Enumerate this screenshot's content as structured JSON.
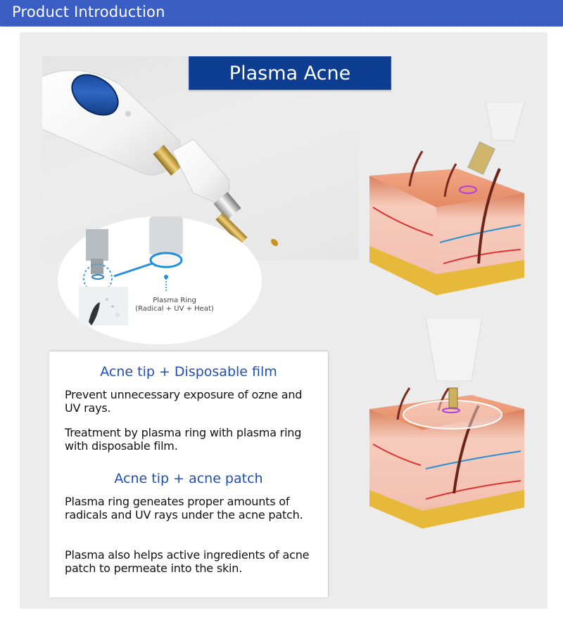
{
  "header": {
    "title": "Product Introduction",
    "background_color": "#3a5ec4"
  },
  "banner": {
    "title": "Plasma Acne",
    "background_color": "#0d3d91"
  },
  "product_photo": {
    "description": "White plasma pen handpiece with blue oval button and gold acne tip"
  },
  "inset": {
    "label_line1": "Plasma Ring",
    "label_line2": "(Radical + UV + Heat)"
  },
  "card": {
    "sections": [
      {
        "heading": "Acne tip + Disposable film",
        "paragraphs": [
          "Prevent unnecessary exposure of ozne and UV rays.",
          "Treatment by plasma ring with plasma ring with disposable film."
        ]
      },
      {
        "heading": "Acne tip + acne patch",
        "paragraphs": [
          "Plasma ring geneates proper amounts of radicals and UV rays under the acne patch.",
          "Plasma also helps active ingredients of acne patch to permeate into the skin."
        ]
      }
    ],
    "heading_color": "#1f4fb5"
  },
  "diagrams": [
    {
      "description": "Skin cross-section with angled plasma pen tip emitting purple ring"
    },
    {
      "description": "Skin cross-section with vertical plasma pen tip through disposable film ring"
    }
  ]
}
